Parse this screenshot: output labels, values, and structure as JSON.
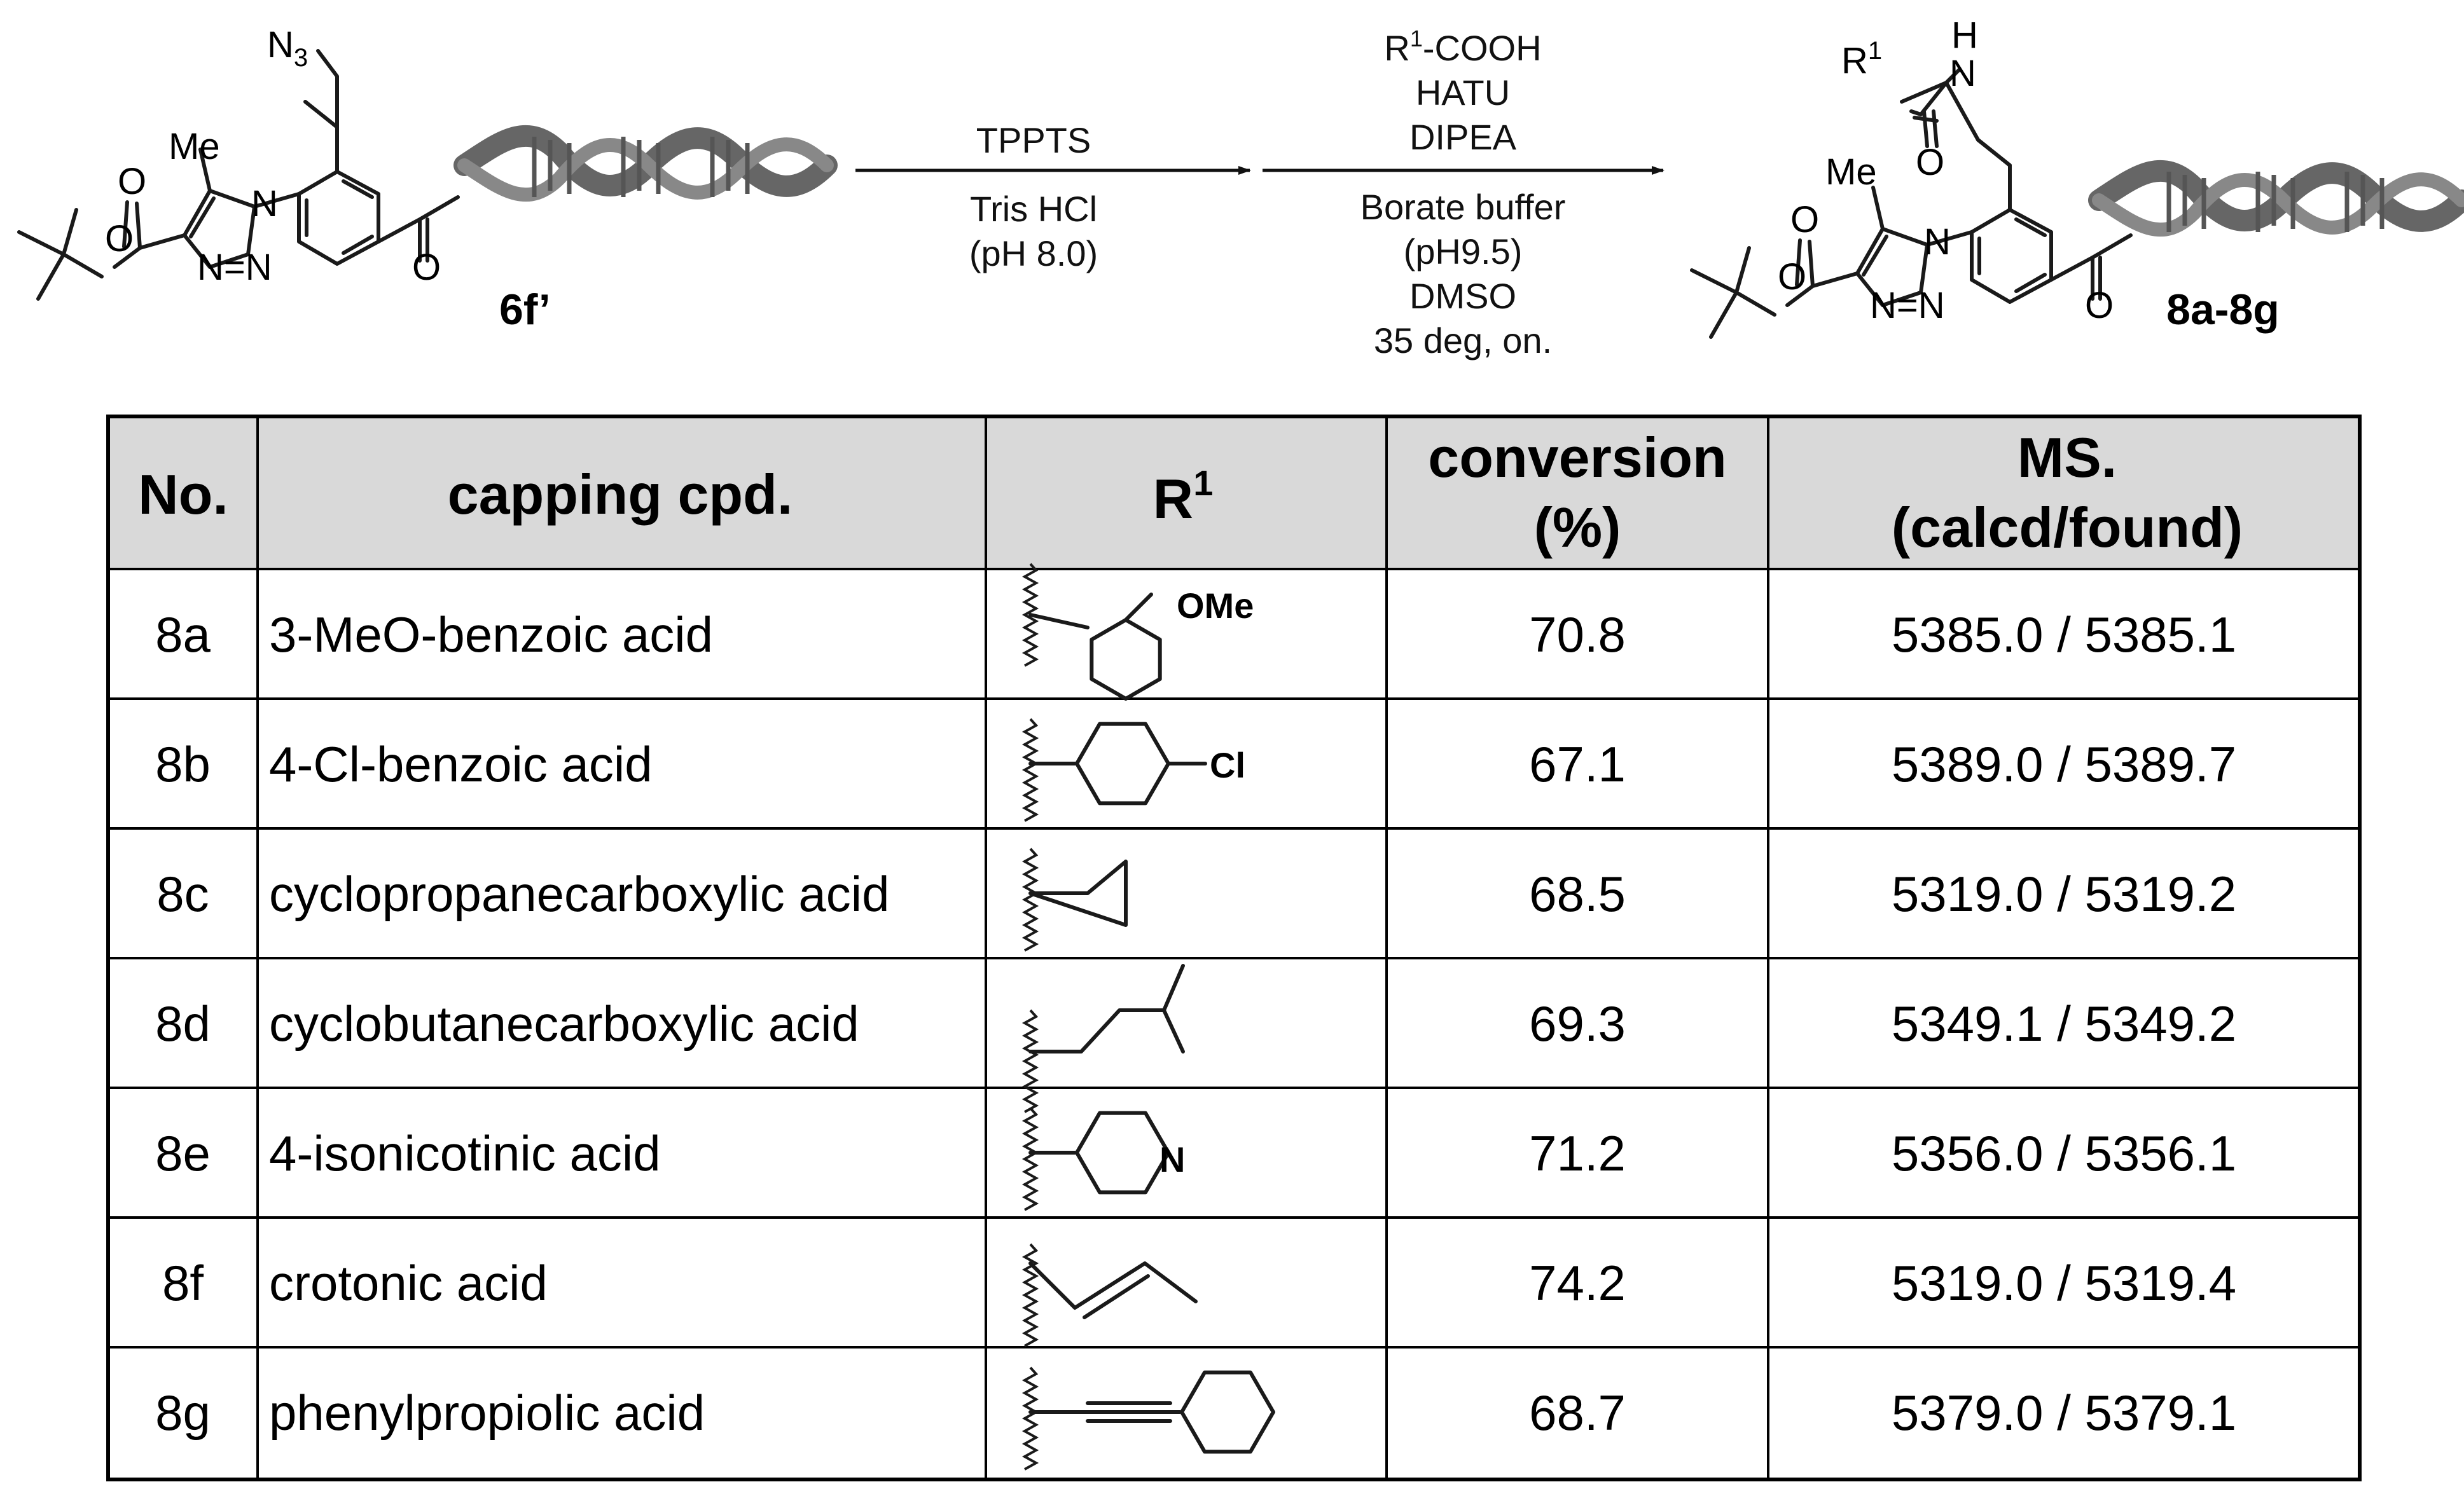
{
  "reaction": {
    "starting_material": {
      "label": "6f’",
      "atoms": {
        "azide": "N3",
        "methyl": "Me"
      }
    },
    "step1": {
      "above": [
        "TPPTS"
      ],
      "below": [
        "Tris HCl",
        "(pH 8.0)"
      ]
    },
    "step2": {
      "above": [
        "R1-COOH",
        "HATU",
        "DIPEA"
      ],
      "below": [
        "Borate buffer",
        "(pH9.5)",
        "DMSO",
        "35 deg, on."
      ]
    },
    "product": {
      "label": "8a-8g",
      "atoms": {
        "r_group": "R1",
        "nh": "H",
        "methyl": "Me"
      }
    }
  },
  "table": {
    "headers": {
      "no": "No.",
      "capping": "capping cpd.",
      "r1": "R1",
      "conversion": [
        "conversion",
        "(%)"
      ],
      "ms": [
        "MS.",
        "(calcd/found)"
      ]
    },
    "rows": [
      {
        "no": "8a",
        "capping": "3-MeO-benzoic acid",
        "r1_label": "OMe",
        "conversion": "70.8",
        "ms": "5385.0 / 5385.1"
      },
      {
        "no": "8b",
        "capping": "4-Cl-benzoic acid",
        "r1_label": "Cl",
        "conversion": "67.1",
        "ms": "5389.0 / 5389.7"
      },
      {
        "no": "8c",
        "capping": "cyclopropanecarboxylic acid",
        "r1_label": "",
        "conversion": "68.5",
        "ms": "5319.0 / 5319.2"
      },
      {
        "no": "8d",
        "capping": "cyclobutanecarboxylic acid",
        "r1_label": "",
        "conversion": "69.3",
        "ms": "5349.1 / 5349.2"
      },
      {
        "no": "8e",
        "capping": "4-isonicotinic acid",
        "r1_label": "N",
        "conversion": "71.2",
        "ms": "5356.0 / 5356.1"
      },
      {
        "no": "8f",
        "capping": "crotonic acid",
        "r1_label": "",
        "conversion": "74.2",
        "ms": "5319.0 / 5319.4"
      },
      {
        "no": "8g",
        "capping": "phenylpropiolic acid",
        "r1_label": "",
        "conversion": "68.7",
        "ms": "5379.0 / 5379.1"
      }
    ]
  },
  "colors": {
    "header_fill": "#d9d9d9",
    "grid": "#000000",
    "dna": "#666666"
  },
  "icons": [
    "dna-helix-icon",
    "reaction-arrow-icon"
  ]
}
